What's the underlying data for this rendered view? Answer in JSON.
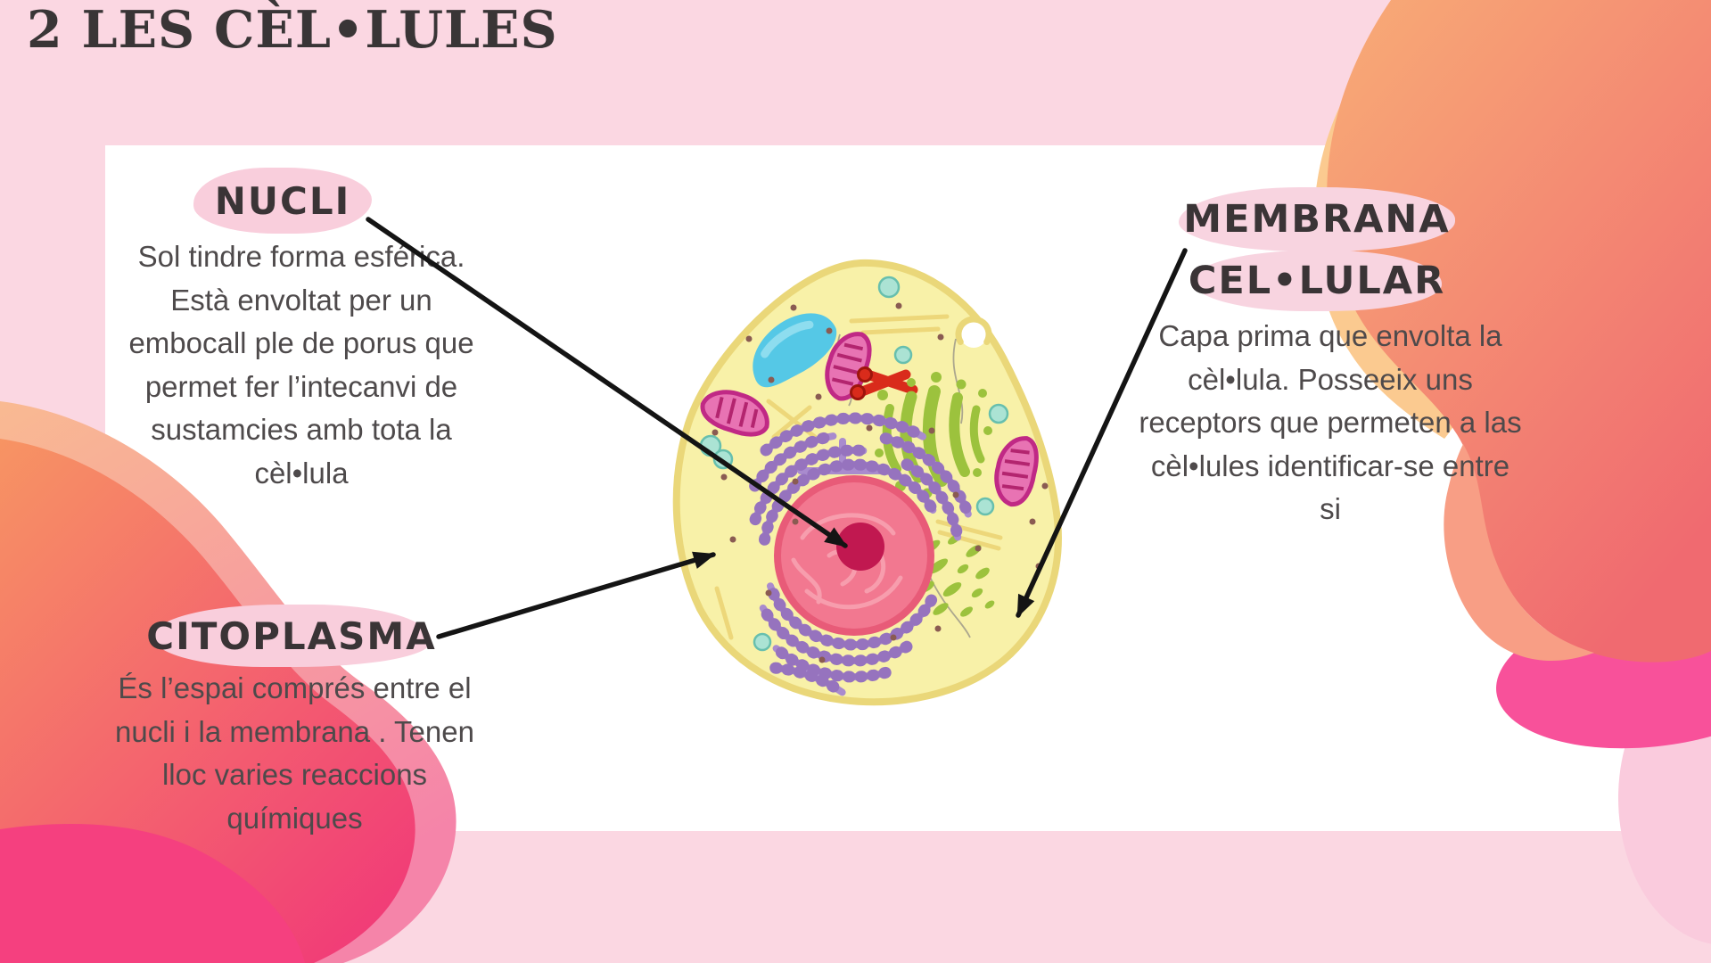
{
  "title": "2 LES CÈL•LULES",
  "sections": {
    "nucli": {
      "label": "NUCLI",
      "description": "Sol tindre forma esférica.  Està envoltat per un embocall ple de porus que permet fer l’intecanvi de sustamcies amb tota la cèl•lula"
    },
    "citoplasma": {
      "label": "CITOPLASMA",
      "description": "És l’espai comprés entre el nucli i la membrana . Tenen lloc varies reaccions químiques"
    },
    "membrana": {
      "label_line1": "MEMBRANA",
      "label_line2": "CEL•LULAR",
      "description": "Capa prima que envolta la cèl•lula. Posseeix uns receptors que permeten a las cèl•lules identificar-se entre si"
    }
  },
  "diagram": {
    "type": "animal-cell-illustration",
    "parts": [
      "cell-membrane",
      "cytoplasm",
      "nucleus",
      "nucleolus",
      "rough-endoplasmic-reticulum",
      "golgi-apparatus",
      "mitochondria",
      "vacuole",
      "centrioles",
      "vesicles",
      "ribosomes",
      "cytoskeleton-filaments"
    ]
  },
  "colors": {
    "background": "#fbd7e2",
    "card": "#ffffff",
    "title_text": "#393536",
    "body_text": "#4e4a4b",
    "label_highlight": "#f9cedc",
    "arrow": "#141414",
    "cell_fill": "#f8f1a8",
    "cell_border": "#ead779",
    "nucleus": "#f27890",
    "nucleolus": "#c11850",
    "endoplasmic_reticulum": "#a98bce",
    "golgi": "#9cc23d",
    "mitochondria": "#e873b3",
    "vacuole": "#55c8e6",
    "centriole": "#d92b1b",
    "vesicle": "#abe3d4",
    "blob_orange": "#f8ac76",
    "blob_salmon": "#f06a70",
    "blob_magenta": "#f5407f",
    "blob_bright_pink": "#f8519a",
    "blob_light_pink": "#facbdd"
  }
}
